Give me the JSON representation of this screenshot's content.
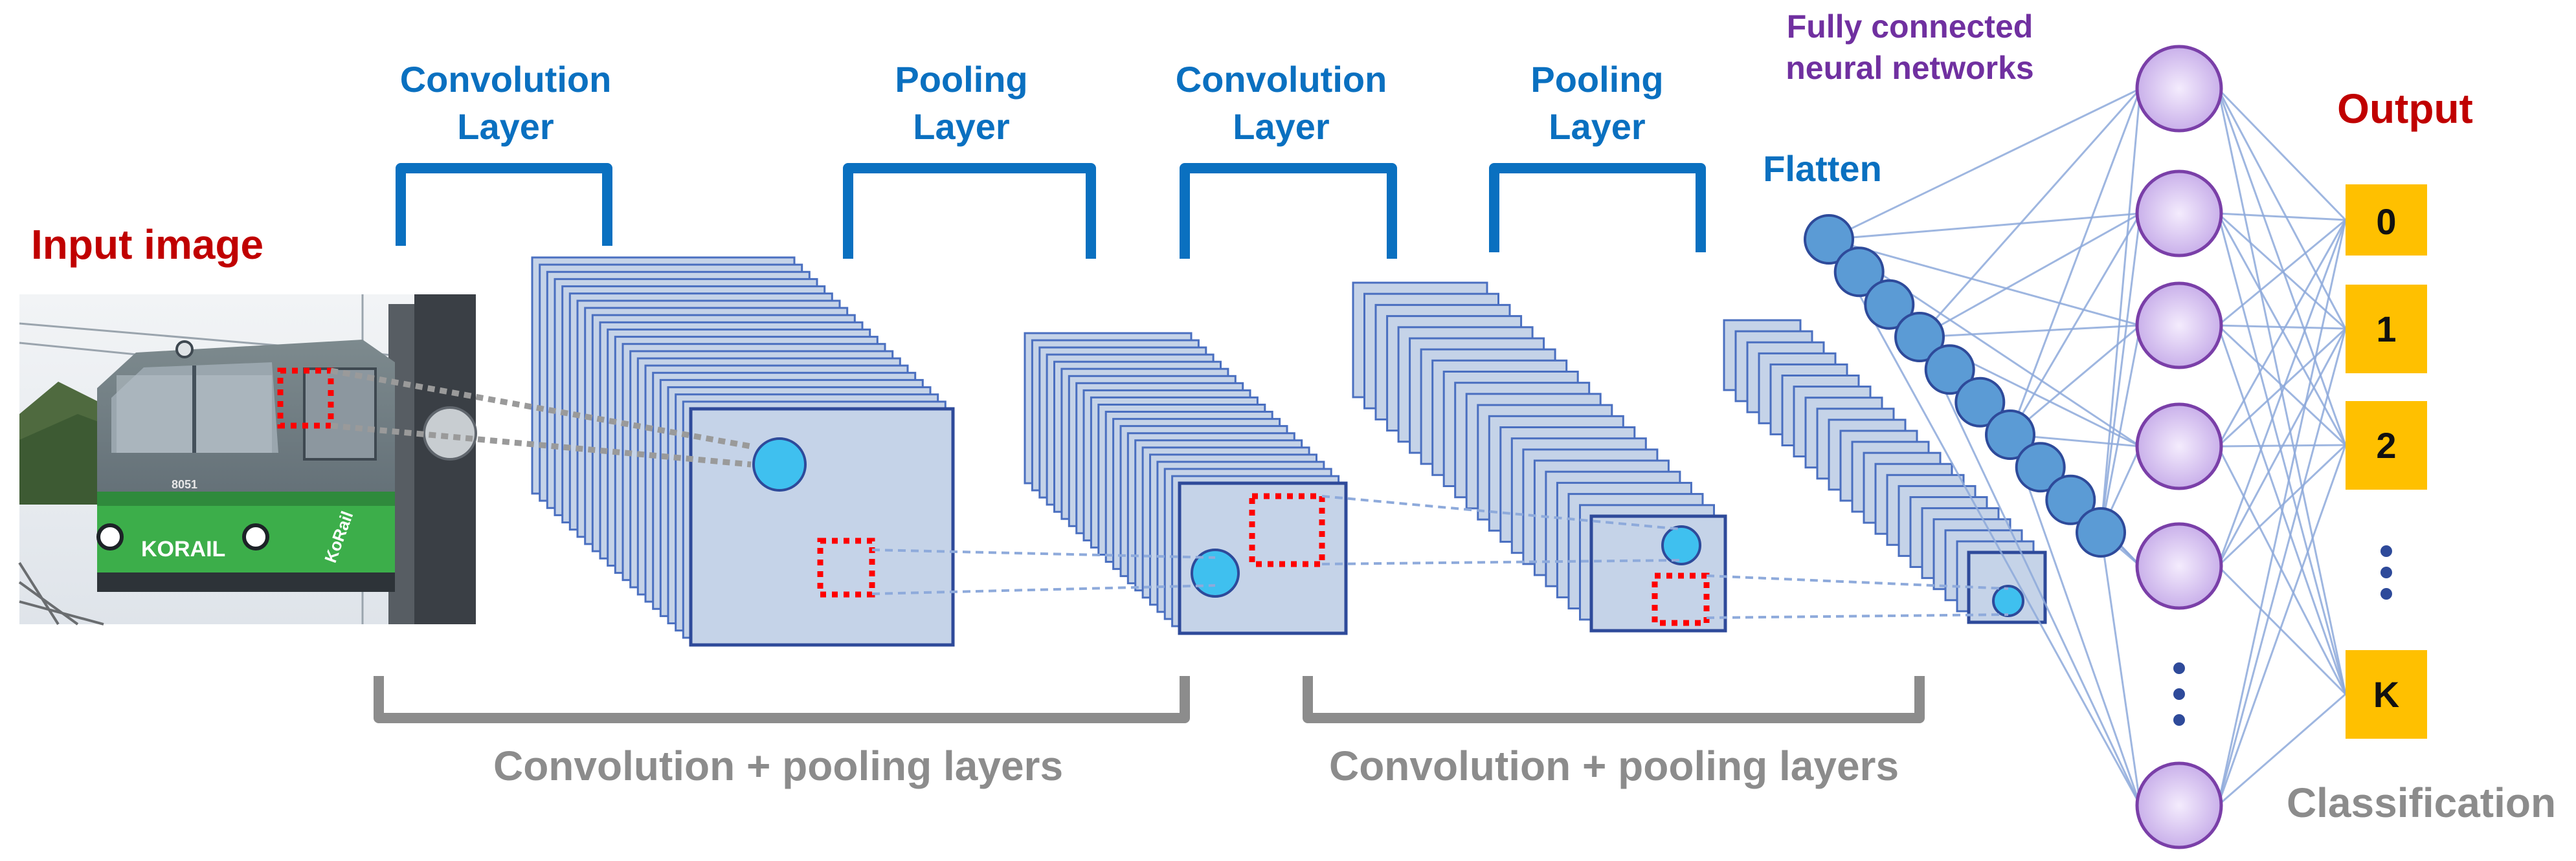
{
  "colors": {
    "blue_label": "#0a70c0",
    "red_label": "#c00000",
    "purple_label": "#7030a0",
    "gray_label": "#8c8c8c",
    "gray_bracket": "#8c8c8c",
    "fmap_fill": "#c5d3e8",
    "fmap_stroke": "#2e4a9a",
    "fmap_inner_stroke": "#4a6fc0",
    "cyan_node": "#3fc0ef",
    "flatten_node": "#5b9bd5",
    "neuron_fill": "#cfb8ee",
    "neuron_stroke": "#7a3fa8",
    "output_box": "#ffc000",
    "red_dot": "#ff0000",
    "connection_line": "#8eaadb"
  },
  "labels": {
    "input_image": "Input image",
    "conv1_line1": "Convolution",
    "conv1_line2": "Layer",
    "pool1_line1": "Pooling",
    "pool1_line2": "Layer",
    "conv2_line1": "Convolution",
    "conv2_line2": "Layer",
    "pool2_line1": "Pooling",
    "pool2_line2": "Layer",
    "flatten": "Flatten",
    "fc_line1": "Fully connected",
    "fc_line2": "neural networks",
    "output": "Output",
    "group1": "Convolution + pooling layers",
    "group2": "Convolution + pooling layers",
    "classification": "Classification"
  },
  "input_photo": {
    "logo_text": "KORAIL",
    "side_text": "KoRail",
    "number_text": "8051"
  },
  "outputs": [
    "0",
    "1",
    "2",
    "K"
  ],
  "output_ellipsis": "⋮",
  "neuron_ellipsis": "⋮"
}
